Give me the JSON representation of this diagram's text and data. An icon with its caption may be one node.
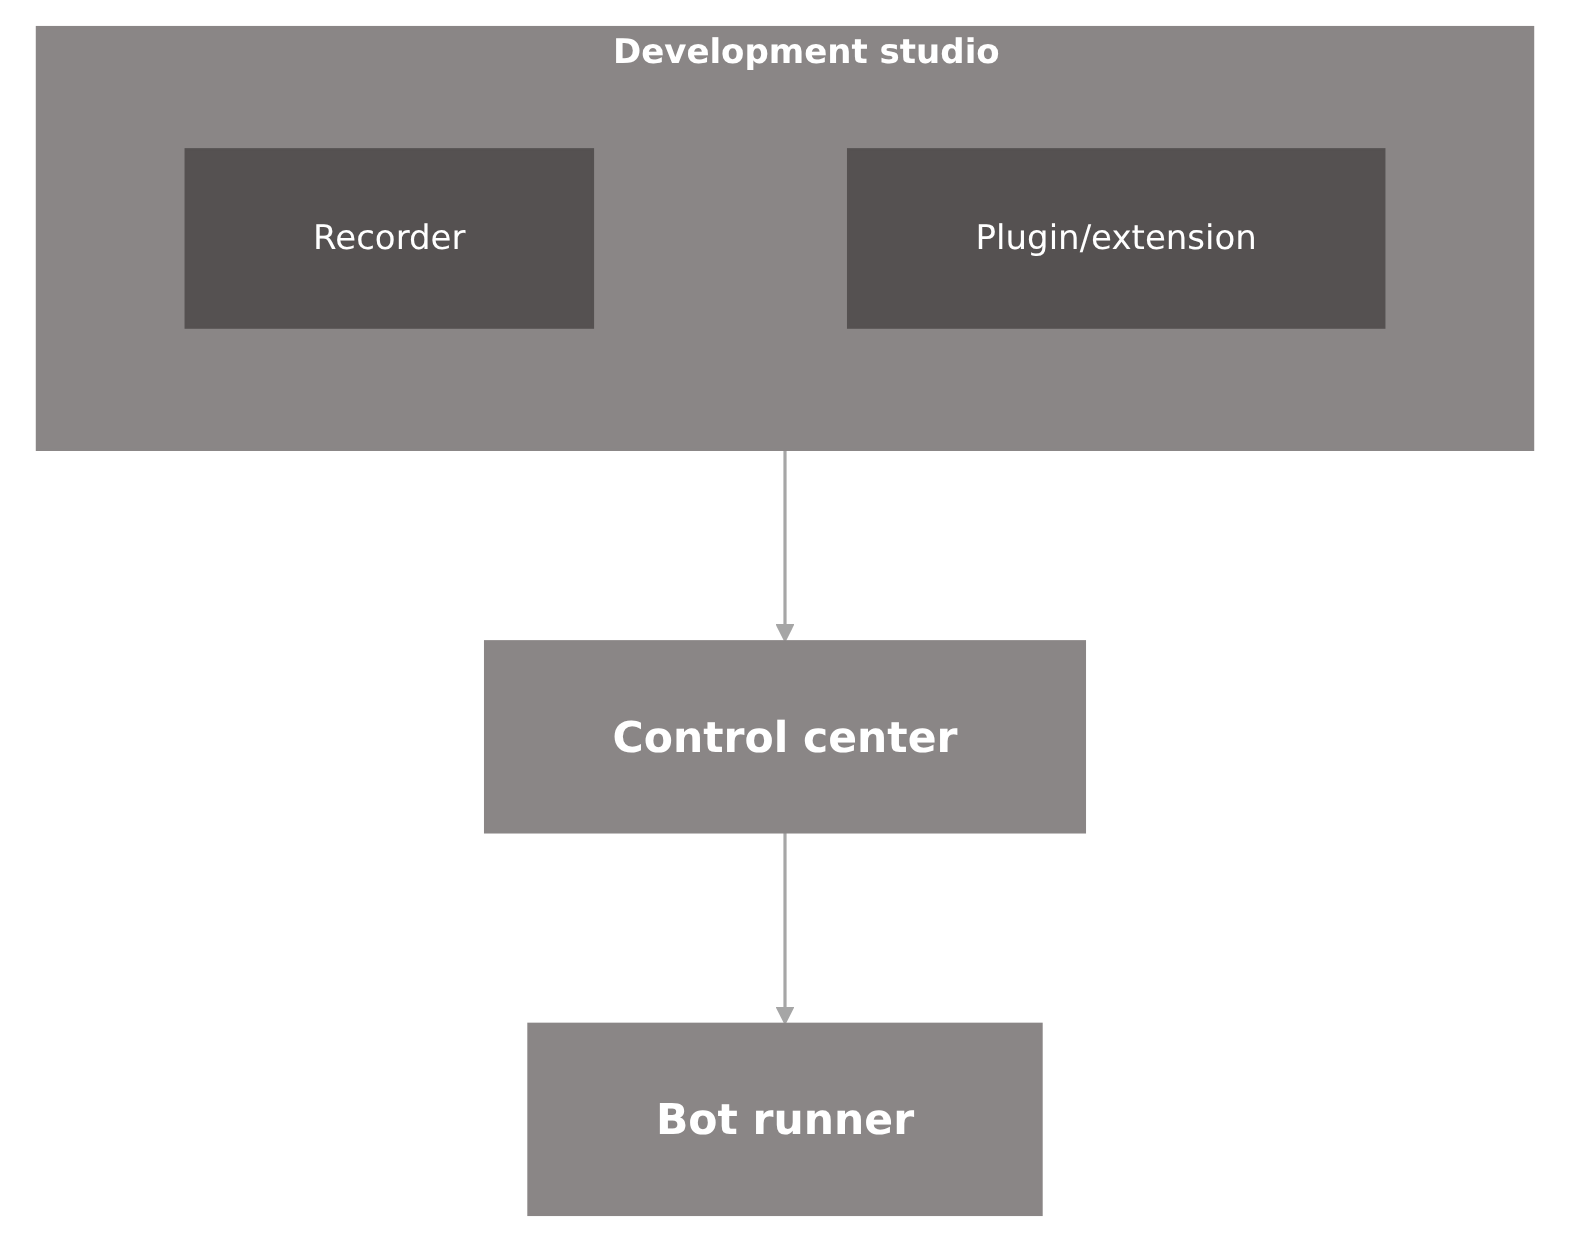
{
  "diagram": {
    "nodes": [
      {
        "text": [
          "Development studio"
        ]
      },
      {
        "text": [
          "Recorder"
        ],
        "in": 0
      },
      {
        "text": [
          "Plugin/extension"
        ],
        "in": 0
      },
      {
        "text": [
          "Bot runner"
        ]
      },
      {
        "text": [
          "Control center"
        ]
      }
    ],
    "edges": [
      {
        "from": 0,
        "to": 4,
        "arrow": "to"
      },
      {
        "from": 4,
        "to": 3,
        "arrow": "to"
      }
    ]
  }
}
